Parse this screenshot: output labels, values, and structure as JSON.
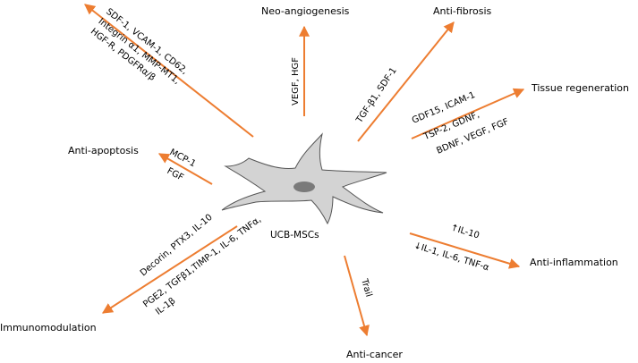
{
  "colors": {
    "arrow": "#ED7D31",
    "cell_fill": "#D3D3D3",
    "cell_stroke": "#555555",
    "nucleus_fill": "#7A7A7A"
  },
  "center_label": "UCB-MSCs",
  "branches": {
    "homing": {
      "factors": [
        "SDF-1, VCAM-1, CD62,",
        "Integrin α1, MMP-MT1,",
        "HGF-R, PDGFRα/β"
      ]
    },
    "neo_angiogenesis": {
      "outcome": "Neo-angiogenesis",
      "factors": [
        "VEGF, HGF"
      ]
    },
    "anti_fibrosis": {
      "outcome": "Anti-fibrosis",
      "factors": [
        "TGF-β1, SDF-1"
      ]
    },
    "tissue_regeneration": {
      "outcome": "Tissue regeneration",
      "factors": [
        "GDF15, ICAM-1",
        "TSP-2, GDNF,",
        "BDNF, VEGF, FGF"
      ]
    },
    "anti_apoptosis": {
      "outcome": "Anti-apoptosis",
      "factors": [
        "MCP-1",
        "FGF"
      ]
    },
    "anti_inflammation": {
      "outcome": "Anti-inflammation",
      "factors": [
        "↑IL-10",
        "↓IL-1, IL-6, TNF-α"
      ]
    },
    "anti_cancer": {
      "outcome": "Anti-cancer",
      "factors": [
        "Trail"
      ]
    },
    "immunomodulation": {
      "outcome": "Immunomodulation",
      "factors": [
        "Decorin, PTX3, IL-10",
        "PGE2, TGFβ1,TIMP-1, IL-6, TNFα,",
        "IL-1β"
      ]
    }
  }
}
